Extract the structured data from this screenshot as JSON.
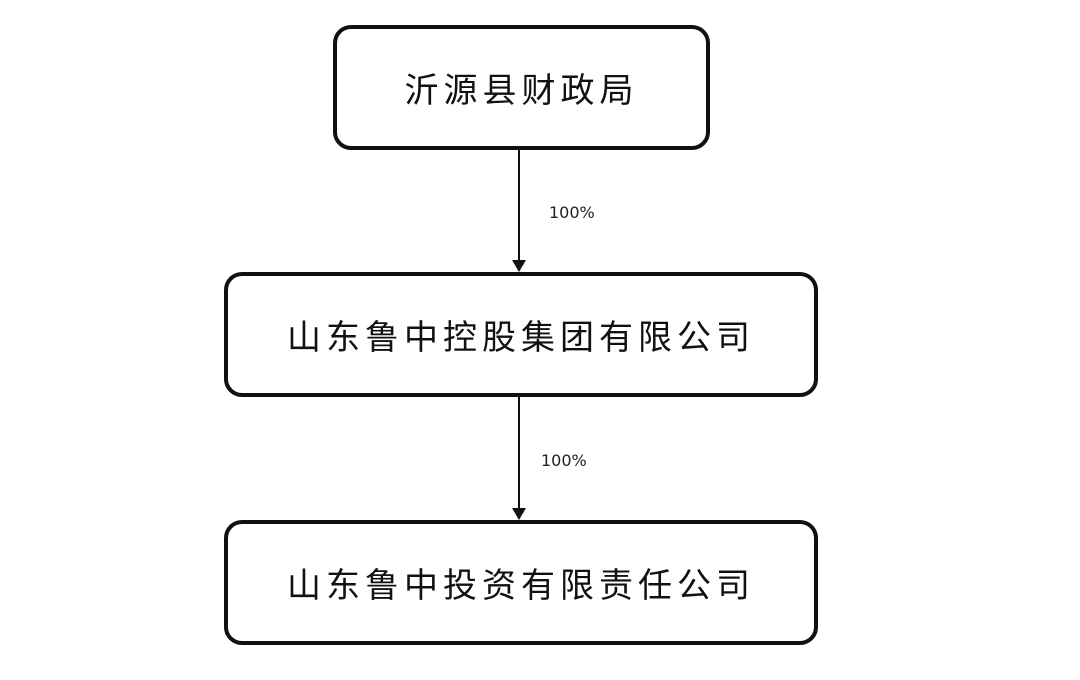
{
  "nodes": {
    "top": "沂源县财政局",
    "middle": "山东鲁中控股集团有限公司",
    "bottom": "山东鲁中投资有限责任公司"
  },
  "edges": [
    {
      "from": "沂源县财政局",
      "to": "山东鲁中控股集团有限公司",
      "label": "100%"
    },
    {
      "from": "山东鲁中控股集团有限公司",
      "to": "山东鲁中投资有限责任公司",
      "label": "100%"
    }
  ],
  "colors": {
    "stroke": "#111111",
    "background": "#ffffff"
  }
}
